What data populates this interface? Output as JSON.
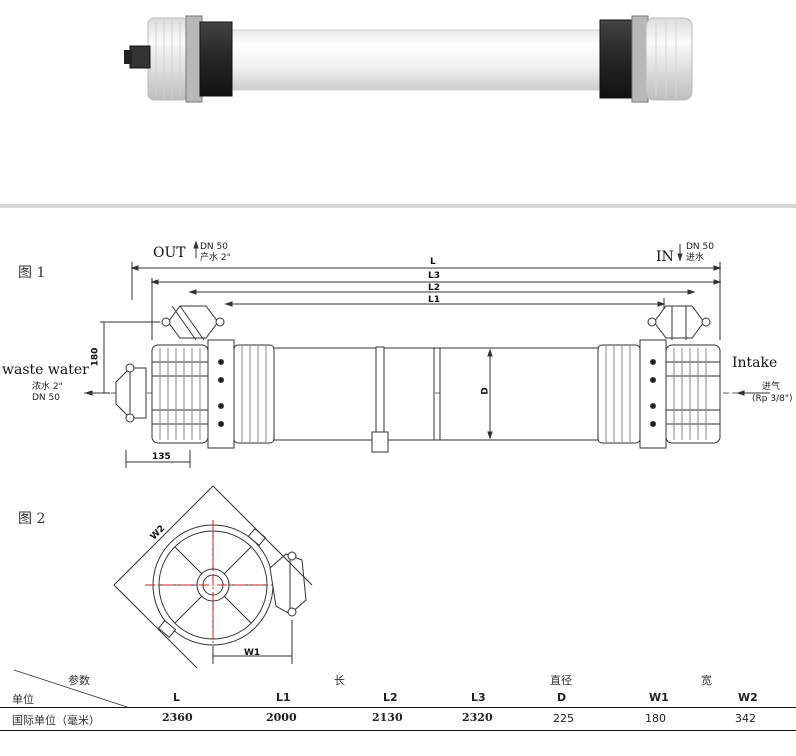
{
  "fig1": {
    "label": "图 1",
    "out_label": "OUT",
    "out_spec_1": "DN 50",
    "out_spec_2": "产水 2\"",
    "in_label": "IN",
    "in_spec_1": "DN 50",
    "in_spec_2": "进水",
    "waste_label": "waste water",
    "waste_spec_1": "浓水 2\"",
    "waste_spec_2": "DN 50",
    "intake_label": "Intake",
    "intake_spec_1": "进气",
    "intake_spec_2": "(Rp 3/8\")",
    "dim_L": "L",
    "dim_L3": "L3",
    "dim_L2": "L2",
    "dim_L1": "L1",
    "dim_D": "D",
    "dim_180": "180",
    "dim_135": "135"
  },
  "fig2": {
    "label": "图 2",
    "dim_W1": "W1",
    "dim_W2": "W2"
  },
  "table": {
    "param_label": "参数",
    "unit_label": "单位",
    "group_length": "长",
    "group_diameter": "直径",
    "group_width": "宽",
    "columns": [
      "L",
      "L1",
      "L2",
      "L3",
      "D",
      "W1",
      "W2"
    ],
    "row_label": "国际单位（毫米）",
    "values": [
      "2360",
      "2000",
      "2130",
      "2320",
      "225",
      "180",
      "342"
    ]
  }
}
